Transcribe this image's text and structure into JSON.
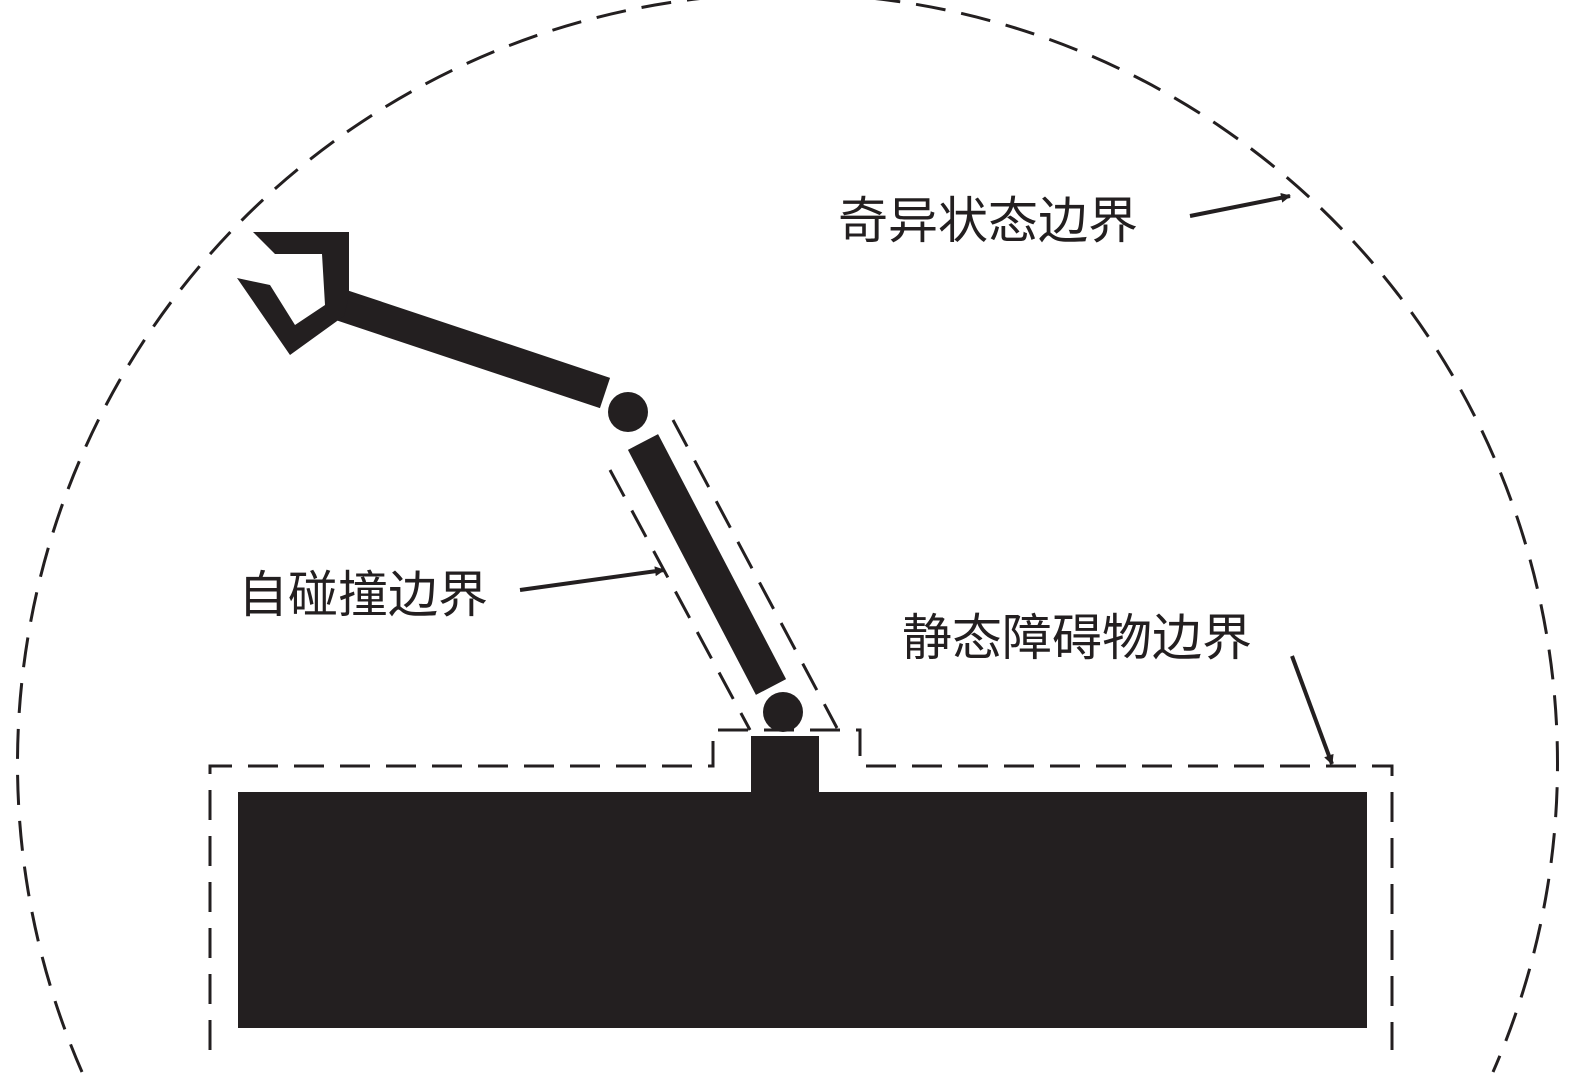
{
  "labels": {
    "singularity_boundary": "奇异状态边界",
    "self_collision_boundary": "自碰撞边界",
    "static_obstacle_boundary": "静态障碍物边界"
  },
  "colors": {
    "ink": "#231f20",
    "background": "#ffffff"
  }
}
